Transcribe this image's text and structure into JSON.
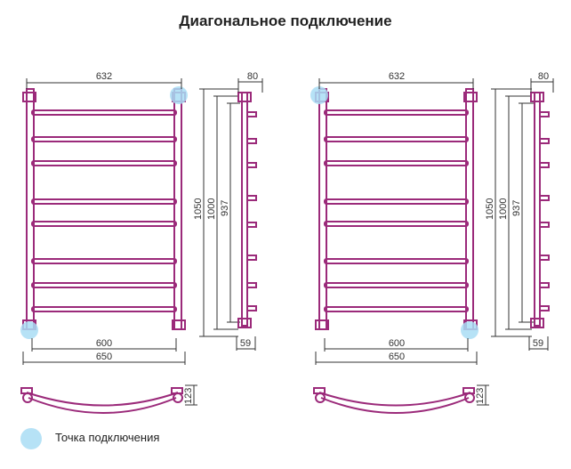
{
  "title": "Диагональное подключение",
  "colors": {
    "tube": "#9b2a7a",
    "tube_inner": "#d9a6cf",
    "dim_line": "#333333",
    "connection_point": "#a9ddf4"
  },
  "diagrams": [
    {
      "dims": {
        "top_width": "632",
        "bottom_inner": "600",
        "bottom_outer": "650",
        "h1": "1050",
        "h2": "1000",
        "h3": "937",
        "side_top": "80",
        "side_bottom": "59",
        "curve_depth": "123"
      }
    },
    {
      "dims": {
        "top_width": "632",
        "bottom_inner": "600",
        "bottom_outer": "650",
        "h1": "1050",
        "h2": "1000",
        "h3": "937",
        "side_top": "80",
        "side_bottom": "59",
        "curve_depth": "123"
      }
    }
  ],
  "legend": {
    "label": "Точка подключения"
  }
}
